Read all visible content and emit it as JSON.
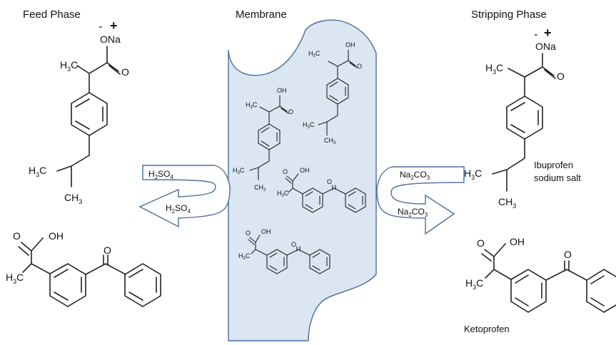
{
  "headings": {
    "feed_phase": "Feed Phase",
    "membrane": "Membrane",
    "stripping_phase": "Stripping Phase"
  },
  "labels": {
    "ibuprofen_line1": "Ibuprofen",
    "ibuprofen_line2": "sodium salt",
    "ketoprofen": "Ketoprofen"
  },
  "charges": {
    "minus": "-",
    "plus": "+"
  },
  "atoms": {
    "ONa": "ONa",
    "OH": "OH",
    "O": "O"
  },
  "formula_parts": {
    "H": "H",
    "C": "C",
    "CH": "CH",
    "CO": "CO",
    "Na": "Na",
    "SO": "SO",
    "sub2": "2",
    "sub3": "3",
    "sub4": "4"
  },
  "colors": {
    "membrane_fill": "#dbe6f2",
    "membrane_stroke": "#4a6f9a",
    "arrow_stroke": "#4a6f9a",
    "bond": "#222222"
  }
}
